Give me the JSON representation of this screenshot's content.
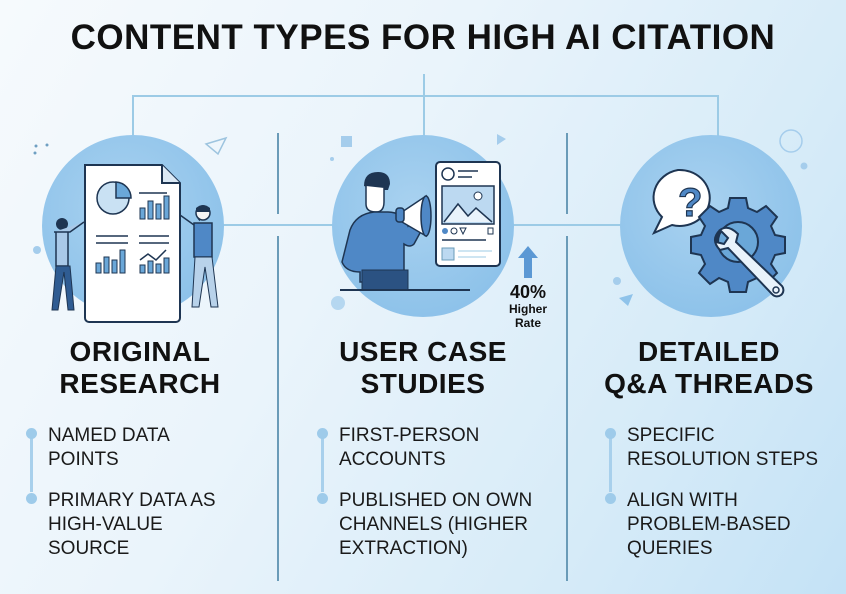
{
  "title": "CONTENT TYPES FOR HIGH AI CITATION",
  "colors": {
    "accent": "#8fc3ea",
    "accent_dark": "#3f77b4",
    "connector": "#9ccbe6",
    "divider": "#6a9bb8",
    "text": "#111111"
  },
  "columns": [
    {
      "title_line1": "ORIGINAL",
      "title_line2": "RESEARCH",
      "icon": "research-report-illustration",
      "bullets": [
        {
          "line1": "NAMED DATA",
          "line2": "POINTS",
          "line3": ""
        },
        {
          "line1": "PRIMARY DATA AS",
          "line2": "HIGH-VALUE",
          "line3": "SOURCE"
        }
      ]
    },
    {
      "title_line1": "USER CASE",
      "title_line2": "STUDIES",
      "icon": "megaphone-social-post-illustration",
      "stat": {
        "value": "40%",
        "label_line1": "Higher",
        "label_line2": "Rate",
        "icon": "arrow-up-icon"
      },
      "bullets": [
        {
          "line1": "FIRST-PERSON",
          "line2": "ACCOUNTS",
          "line3": ""
        },
        {
          "line1": "PUBLISHED ON OWN",
          "line2": "CHANNELS (HIGHER",
          "line3": "EXTRACTION)"
        }
      ]
    },
    {
      "title_line1": "DETAILED",
      "title_line2": "Q&A THREADS",
      "icon": "question-gear-wrench-illustration",
      "bullets": [
        {
          "line1": "SPECIFIC",
          "line2": "RESOLUTION STEPS",
          "line3": ""
        },
        {
          "line1": "ALIGN WITH",
          "line2": "PROBLEM-BASED",
          "line3": "QUERIES"
        }
      ]
    }
  ]
}
